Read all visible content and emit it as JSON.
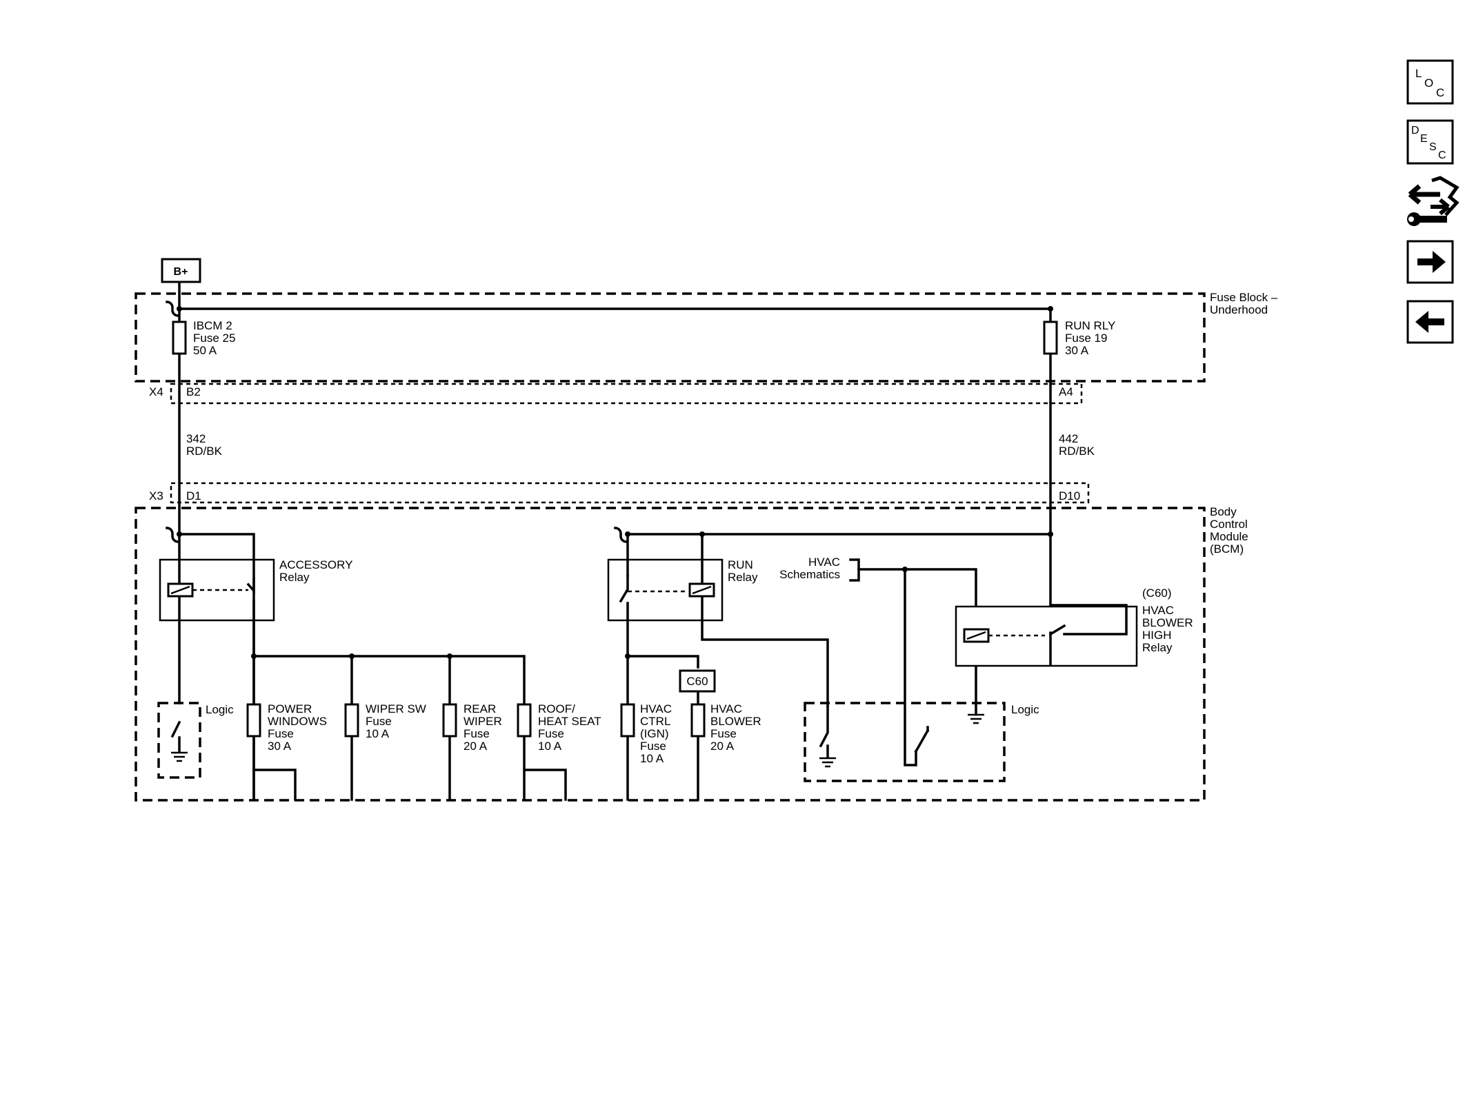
{
  "power_source": "B+",
  "fuse_block": {
    "title_line1": "Fuse Block –",
    "title_line2": "Underhood"
  },
  "bcm": {
    "line1": "Body",
    "line2": "Control",
    "line3": "Module",
    "line4": "(BCM)"
  },
  "fuses_underhood": [
    {
      "name": "IBCM 2",
      "number": "Fuse 25",
      "rating": "50 A"
    },
    {
      "name": "RUN RLY",
      "number": "Fuse 19",
      "rating": "30 A"
    }
  ],
  "connectors": {
    "x4": "X4",
    "x4_left_pin": "B2",
    "x4_right_pin": "A4",
    "x3": "X3",
    "x3_left_pin": "D1",
    "x3_right_pin": "D10",
    "c60_box": "C60",
    "c60_relay": "(C60)"
  },
  "wires": [
    {
      "circuit": "342",
      "color": "RD/BK"
    },
    {
      "circuit": "442",
      "color": "RD/BK"
    }
  ],
  "relays": {
    "accessory": {
      "line1": "ACCESSORY",
      "line2": "Relay"
    },
    "run": {
      "line1": "RUN",
      "line2": "Relay"
    },
    "blower": {
      "line1": "HVAC",
      "line2": "BLOWER",
      "line3": "HIGH",
      "line4": "Relay"
    }
  },
  "hvac_ref": {
    "line1": "HVAC",
    "line2": "Schematics"
  },
  "logic_label": "Logic",
  "bcm_fuses": [
    {
      "l1": "POWER",
      "l2": "WINDOWS",
      "l3": "Fuse",
      "l4": "30 A"
    },
    {
      "l1": "WIPER SW",
      "l2": "Fuse",
      "l3": "10 A"
    },
    {
      "l1": "REAR",
      "l2": "WIPER",
      "l3": "Fuse",
      "l4": "20 A"
    },
    {
      "l1": "ROOF/",
      "l2": "HEAT SEAT",
      "l3": "Fuse",
      "l4": "10 A"
    },
    {
      "l1": "HVAC",
      "l2": "CTRL",
      "l3": "(IGN)",
      "l4": "Fuse",
      "l5": "10 A"
    },
    {
      "l1": "HVAC",
      "l2": "BLOWER",
      "l3": "Fuse",
      "l4": "20 A"
    }
  ],
  "nav_icons": [
    {
      "name": "loc-icon",
      "letters": [
        "L",
        "O",
        "C"
      ]
    },
    {
      "name": "desc-icon",
      "letters": [
        "D",
        "E",
        "S",
        "C"
      ]
    },
    {
      "name": "connector-tool-icon"
    },
    {
      "name": "next-arrow-icon"
    },
    {
      "name": "previous-arrow-icon"
    }
  ]
}
